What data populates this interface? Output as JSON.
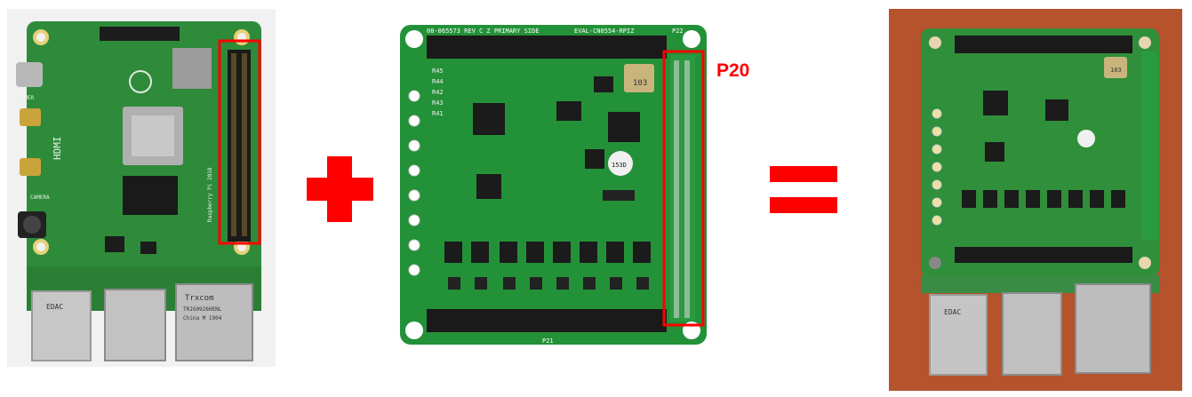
{
  "left_board": {
    "silkscreen": {
      "power": "POWER",
      "hdmi": "HDMI",
      "camera": "CAMERA",
      "brand": "Raspberry Pi 2018",
      "usb_left": "EDAC",
      "ethernet": "Trxcom",
      "ethernet_sub": "TRJG0926HENL",
      "ethernet_sub2": "China M 1904"
    }
  },
  "middle_board": {
    "header_text": "08-065573 REV C Z PRIMARY SIDE",
    "board_name": "EVAL-CN0554-RPIZ",
    "p22": "P22",
    "p21": "P21",
    "p20_callout": "P20",
    "resistors": [
      "R45",
      "R44",
      "R42",
      "R43",
      "R41"
    ],
    "inductor": "103",
    "crystal": "153D"
  },
  "right_board": {
    "usb_left": "EDAC",
    "inductor": "103"
  },
  "colors": {
    "accent_red": "#ff0000",
    "pcb_green": "#2f8f3a",
    "background_brown": "#b4532c"
  }
}
